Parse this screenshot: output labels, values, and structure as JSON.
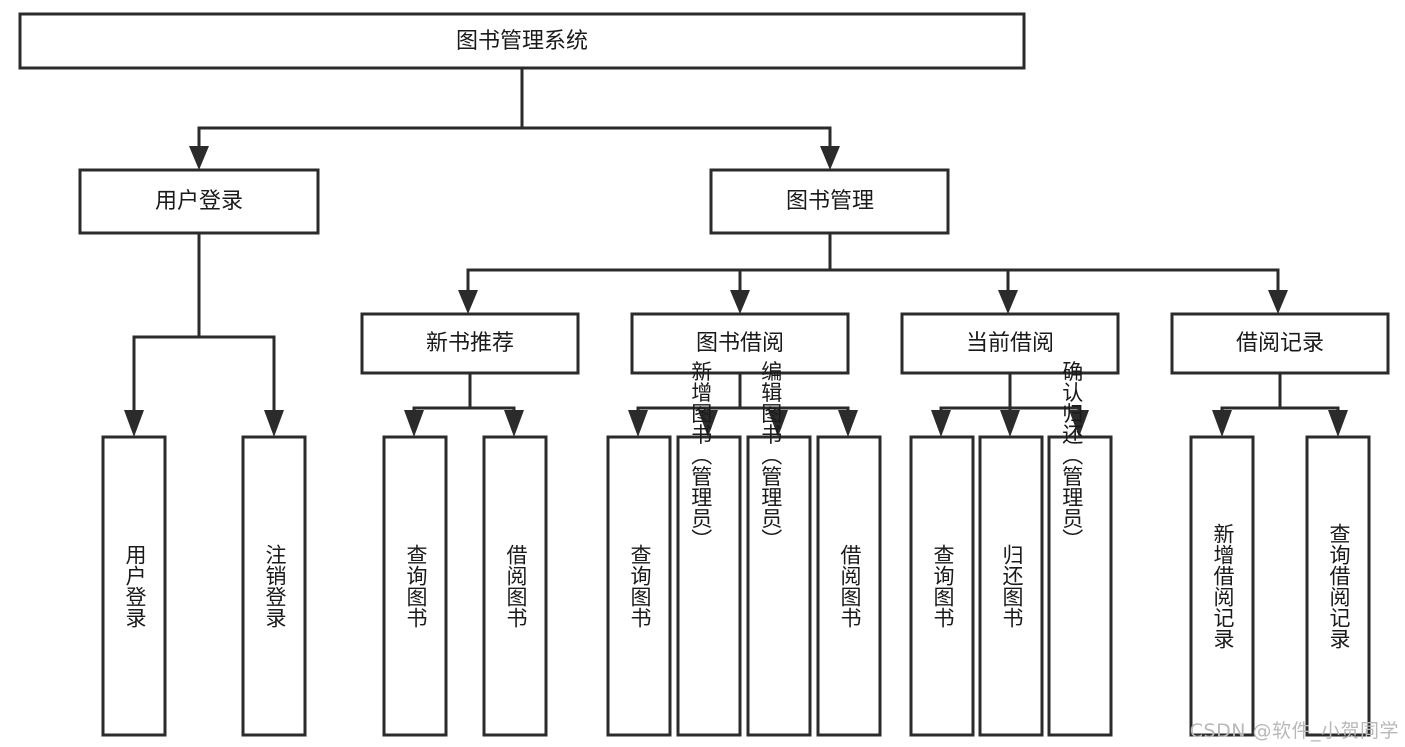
{
  "diagram": {
    "kind": "tree-function-structure-chart",
    "background_color": "#ffffff",
    "line_color": "#2b2b2b",
    "text_color": "#1a1a1a",
    "root": {
      "id": "root",
      "label": "图书管理系统",
      "orientation": "horizontal"
    },
    "level1": [
      {
        "id": "user-login",
        "label": "用户登录",
        "orientation": "horizontal"
      },
      {
        "id": "book-manage",
        "label": "图书管理",
        "orientation": "horizontal"
      }
    ],
    "level2": [
      {
        "id": "new-book-recommend",
        "label": "新书推荐",
        "orientation": "horizontal",
        "parent": "book-manage"
      },
      {
        "id": "book-borrow",
        "label": "图书借阅",
        "orientation": "horizontal",
        "parent": "book-manage"
      },
      {
        "id": "current-borrow",
        "label": "当前借阅",
        "orientation": "horizontal",
        "parent": "book-manage"
      },
      {
        "id": "borrow-record",
        "label": "借阅记录",
        "orientation": "horizontal",
        "parent": "book-manage"
      }
    ],
    "leaves": [
      {
        "id": "leaf-user-login",
        "label": "用户登录",
        "orientation": "vertical",
        "parent": "user-login",
        "align": "middle"
      },
      {
        "id": "leaf-user-logout",
        "label": "注销登录",
        "orientation": "vertical",
        "parent": "user-login",
        "align": "middle"
      },
      {
        "id": "leaf-query-book-1",
        "label": "查询图书",
        "orientation": "vertical",
        "parent": "new-book-recommend",
        "align": "middle"
      },
      {
        "id": "leaf-borrow-book-1",
        "label": "借阅图书",
        "orientation": "vertical",
        "parent": "new-book-recommend",
        "align": "middle"
      },
      {
        "id": "leaf-query-book-2",
        "label": "查询图书",
        "orientation": "vertical",
        "parent": "book-borrow",
        "align": "middle"
      },
      {
        "id": "leaf-add-book",
        "label": "新增图书（管理员）",
        "orientation": "vertical",
        "parent": "book-borrow",
        "align": "start"
      },
      {
        "id": "leaf-edit-book",
        "label": "编辑图书（管理员）",
        "orientation": "vertical",
        "parent": "book-borrow",
        "align": "start"
      },
      {
        "id": "leaf-borrow-book-2",
        "label": "借阅图书",
        "orientation": "vertical",
        "parent": "book-borrow",
        "align": "middle"
      },
      {
        "id": "leaf-query-book-3",
        "label": "查询图书",
        "orientation": "vertical",
        "parent": "current-borrow",
        "align": "middle"
      },
      {
        "id": "leaf-return-book",
        "label": "归还图书",
        "orientation": "vertical",
        "parent": "current-borrow",
        "align": "middle"
      },
      {
        "id": "leaf-confirm-return",
        "label": "确认归还（管理员）",
        "orientation": "vertical",
        "parent": "current-borrow",
        "align": "start"
      },
      {
        "id": "leaf-add-record",
        "label": "新增借阅记录",
        "orientation": "vertical",
        "parent": "borrow-record",
        "align": "middle"
      },
      {
        "id": "leaf-query-record",
        "label": "查询借阅记录",
        "orientation": "vertical",
        "parent": "borrow-record",
        "align": "middle"
      }
    ]
  },
  "watermark": {
    "text": "CSDN @软件_小贺同学"
  }
}
